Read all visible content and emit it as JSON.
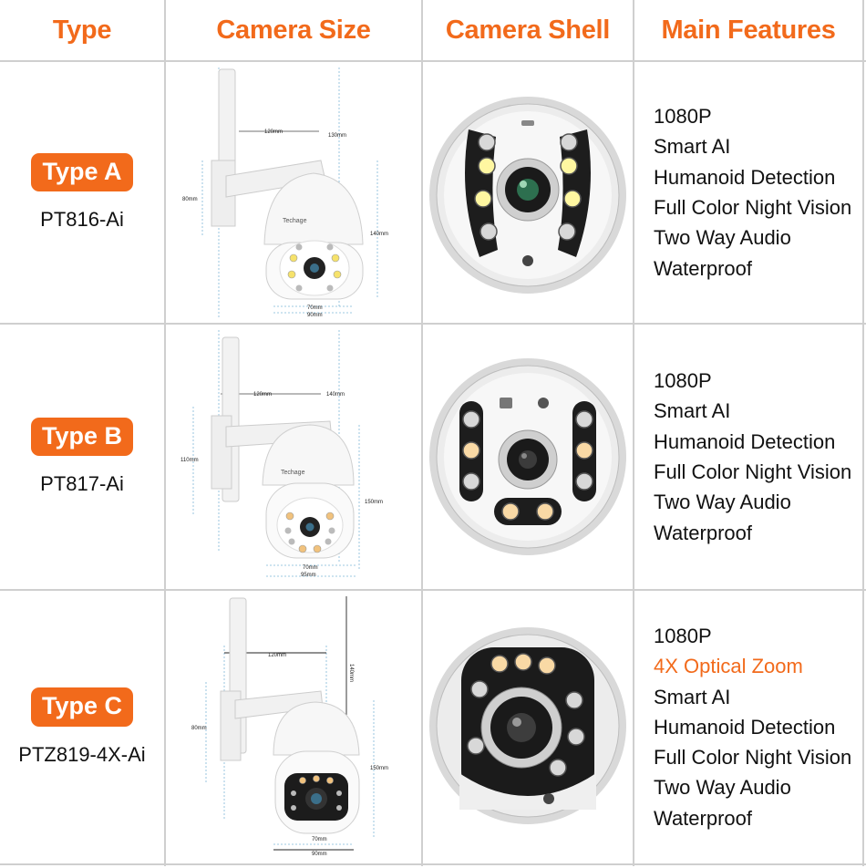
{
  "headers": [
    "Type",
    "Camera Size",
    "Camera Shell",
    "Main Features"
  ],
  "colors": {
    "accent": "#f26a1b",
    "grid": "#cfcfcf",
    "text": "#111111"
  },
  "rows": [
    {
      "badge": "Type A",
      "model": "PT816-Ai",
      "brand": "Techage",
      "dimensions": [
        "120mm",
        "130mm",
        "80mm",
        "140mm",
        "70mm",
        "90mm"
      ],
      "features": [
        {
          "text": "1080P",
          "highlight": false
        },
        {
          "text": "Smart AI",
          "highlight": false
        },
        {
          "text": "Humanoid Detection",
          "highlight": false
        },
        {
          "text": "Full Color Night Vision",
          "highlight": false
        },
        {
          "text": "Two Way Audio",
          "highlight": false
        },
        {
          "text": "Waterproof",
          "highlight": false
        }
      ]
    },
    {
      "badge": "Type B",
      "model": "PT817-Ai",
      "brand": "Techage",
      "dimensions": [
        "120mm",
        "140mm",
        "110mm",
        "150mm",
        "70mm",
        "95mm"
      ],
      "features": [
        {
          "text": "1080P",
          "highlight": false
        },
        {
          "text": "Smart AI",
          "highlight": false
        },
        {
          "text": "Humanoid Detection",
          "highlight": false
        },
        {
          "text": "Full Color Night Vision",
          "highlight": false
        },
        {
          "text": "Two Way Audio",
          "highlight": false
        },
        {
          "text": "Waterproof",
          "highlight": false
        }
      ]
    },
    {
      "badge": "Type C",
      "model": "PTZ819-4X-Ai",
      "brand": "",
      "dimensions": [
        "120mm",
        "140mm",
        "80mm",
        "150mm",
        "70mm",
        "90mm"
      ],
      "features": [
        {
          "text": "1080P",
          "highlight": false
        },
        {
          "text": "4X Optical Zoom",
          "highlight": true
        },
        {
          "text": "Smart AI",
          "highlight": false
        },
        {
          "text": "Humanoid Detection",
          "highlight": false
        },
        {
          "text": "Full Color Night Vision",
          "highlight": false
        },
        {
          "text": "Two Way Audio",
          "highlight": false
        },
        {
          "text": "Waterproof",
          "highlight": false
        }
      ]
    }
  ]
}
